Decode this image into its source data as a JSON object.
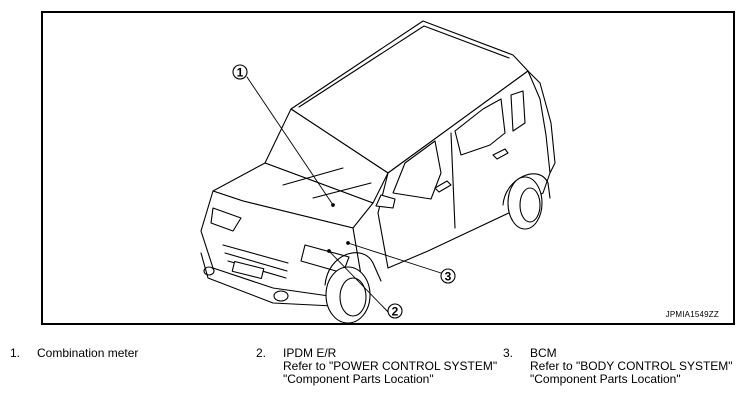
{
  "figure": {
    "id_code": "JPMIA1549ZZ",
    "callouts": [
      "1",
      "2",
      "3"
    ]
  },
  "legend": [
    {
      "num": "1.",
      "title": "Combination meter",
      "lines": []
    },
    {
      "num": "2.",
      "title": "IPDM E/R",
      "lines": [
        "Refer to \"POWER CONTROL SYSTEM\"",
        "\"Component Parts Location\""
      ]
    },
    {
      "num": "3.",
      "title": "BCM",
      "lines": [
        "Refer to \"BODY CONTROL SYSTEM\"",
        "\"Component Parts Location\""
      ]
    }
  ]
}
